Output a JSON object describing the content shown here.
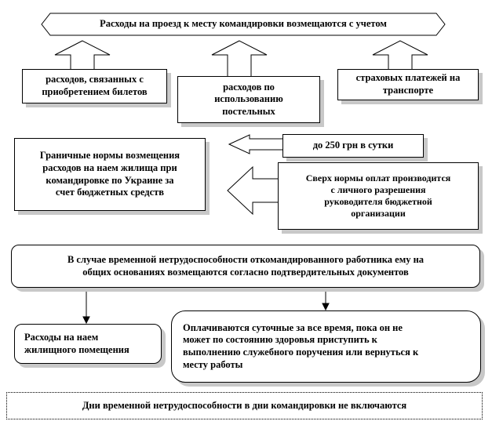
{
  "diagram": {
    "top_box": {
      "text": "Расходы на проезд к месту командировки возмещаются с учетом"
    },
    "item_tickets": {
      "line1": "расходов, связанных с",
      "line2": "приобретением билетов"
    },
    "item_bedding": {
      "line1": "расходов по",
      "line2": "использованию",
      "line3": "постельных"
    },
    "item_insurance": {
      "line1": "страховых платежей на",
      "line2": "транспорте"
    },
    "limits_box": {
      "line1": "Граничные нормы возмещения",
      "line2": "расходов на наем жилища при",
      "line3": "командировке по Украине за",
      "line4": "счет бюджетных средств"
    },
    "limit_value": {
      "text": "до 250 грн в сутки"
    },
    "over_limit": {
      "line1": "Сверх нормы оплат производится",
      "line2": "с личного разрешения",
      "line3": "руководителя бюджетной",
      "line4": "организации"
    },
    "illness_box": {
      "line1": "В случае временной нетрудоспособности откомандированного работника ему на",
      "line2": "общих основаниях возмещаются согласно подтвердительных документов"
    },
    "housing": {
      "line1": "Расходы на наем",
      "line2": "жилищного помещения"
    },
    "daily": {
      "line1": "Оплачиваются суточные за все время, пока он не",
      "line2": "может по состоянию здоровья приступить к",
      "line3": "выполнению служебного поручения или вернуться к",
      "line4": "месту работы"
    },
    "bottom_note": {
      "text": "Дни временной нетрудоспособности в дни командировки не включаются"
    }
  }
}
